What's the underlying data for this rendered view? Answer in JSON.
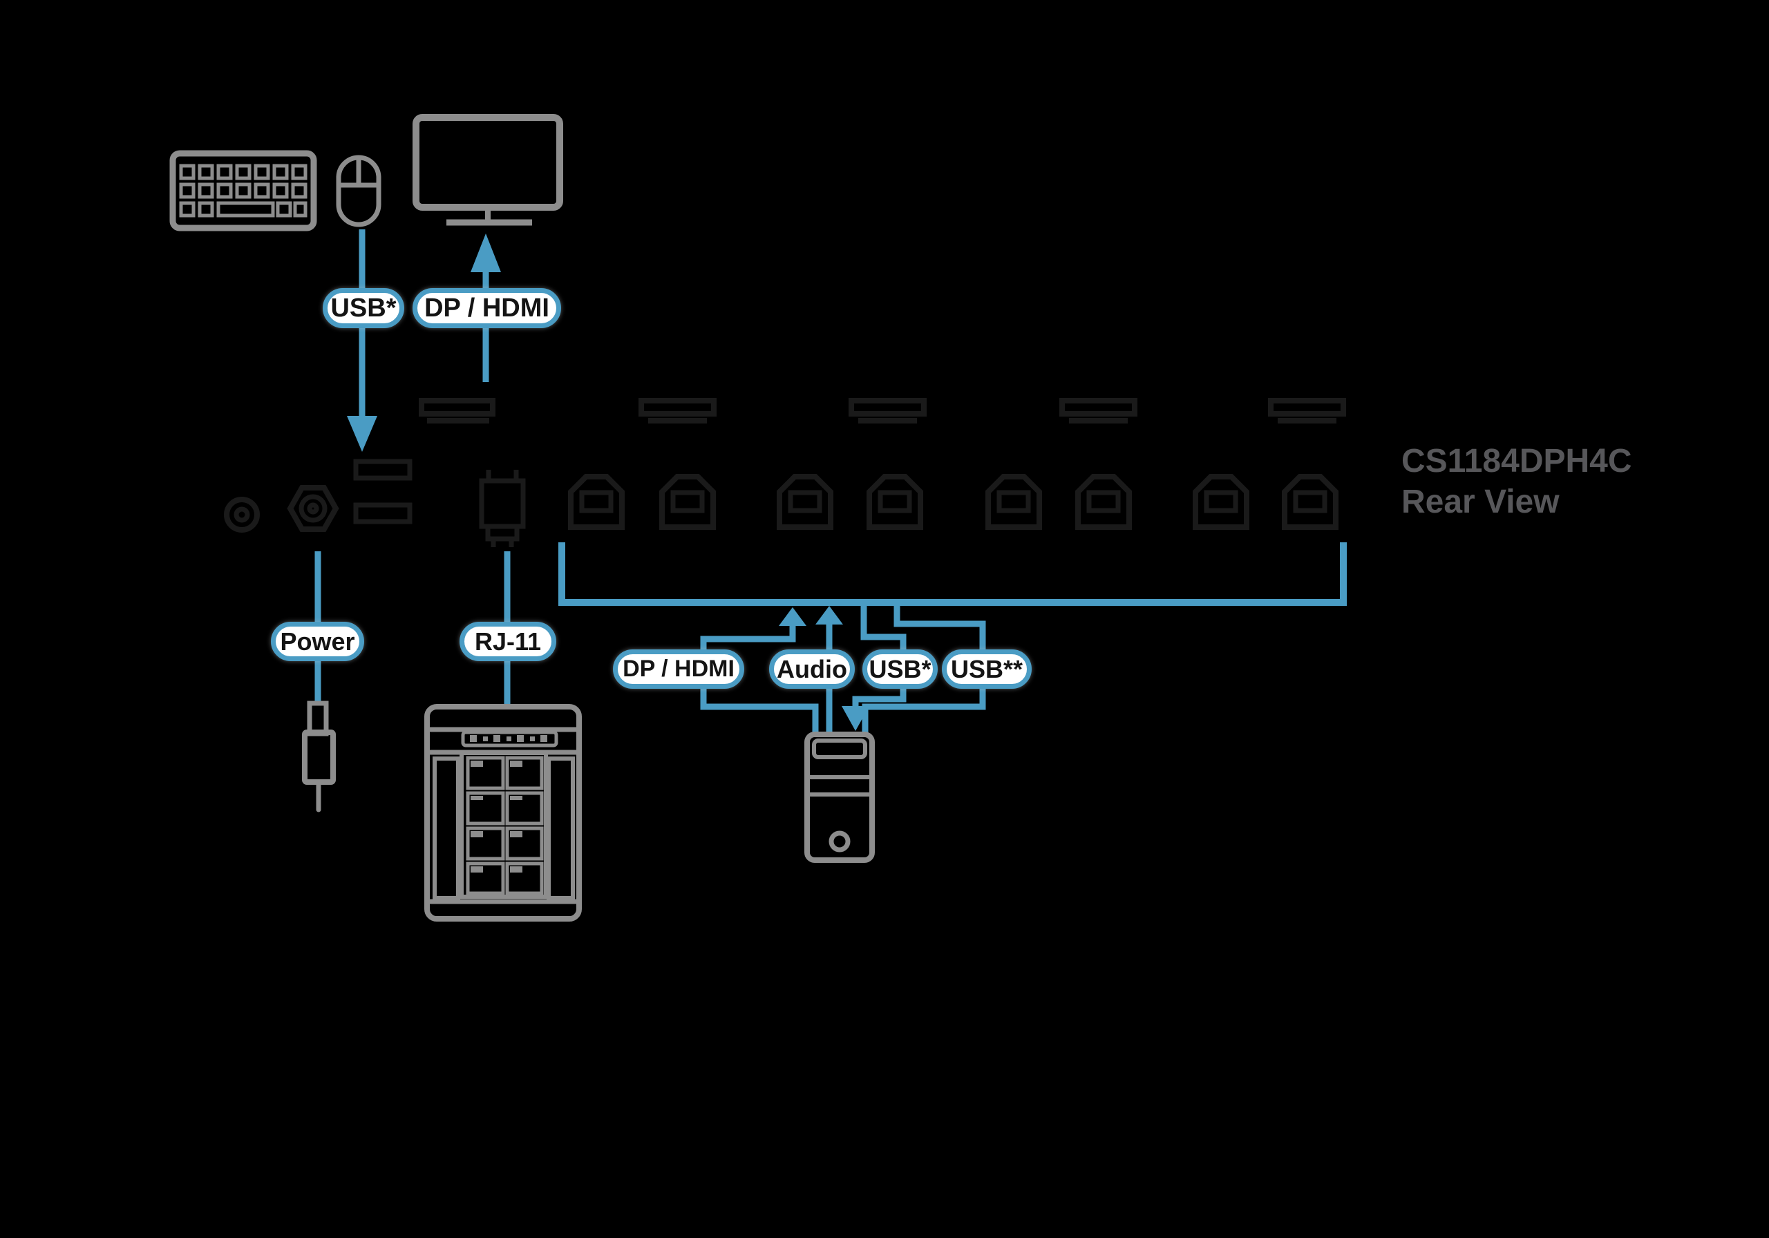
{
  "title": {
    "model": "CS1184DPH4C",
    "view": "Rear View"
  },
  "labels": {
    "console_usb": "USB*",
    "console_video": "DP / HDMI",
    "power": "Power",
    "rj11": "RJ-11",
    "pc_video": "DP / HDMI",
    "pc_audio": "Audio",
    "pc_usb": "USB*",
    "pc_usb2": "USB**"
  },
  "colors": {
    "background": "#000000",
    "accent_blue": "#4a9cc4",
    "device_gray": "#8d8d8d",
    "panel_line": "#1a1a1a",
    "label_text": "#141414",
    "title_gray": "#57575a"
  },
  "icons": {
    "keyboard-icon": "gray outline keyboard with key grid",
    "mouse-icon": "gray outline two-button mouse",
    "monitor-icon": "gray outline monitor with stand",
    "power-jack-icon": "dark concentric circle DC jack",
    "dc-nut-icon": "dark hex nut connector",
    "usb-a-ports-icon": "two dark stacked rectangles",
    "rj11-jack-icon": "dark modular phone jack",
    "video-slot-icon": "dark DP/HDMI slot bar",
    "usb-b-port-icon": "dark chamfered USB-B socket",
    "arrow": "blue connection arrow",
    "dc-plug-icon": "gray DC power plug",
    "phone-box-icon": "gray phone-line distribution box",
    "computer-tower-icon": "gray desktop tower PC"
  }
}
